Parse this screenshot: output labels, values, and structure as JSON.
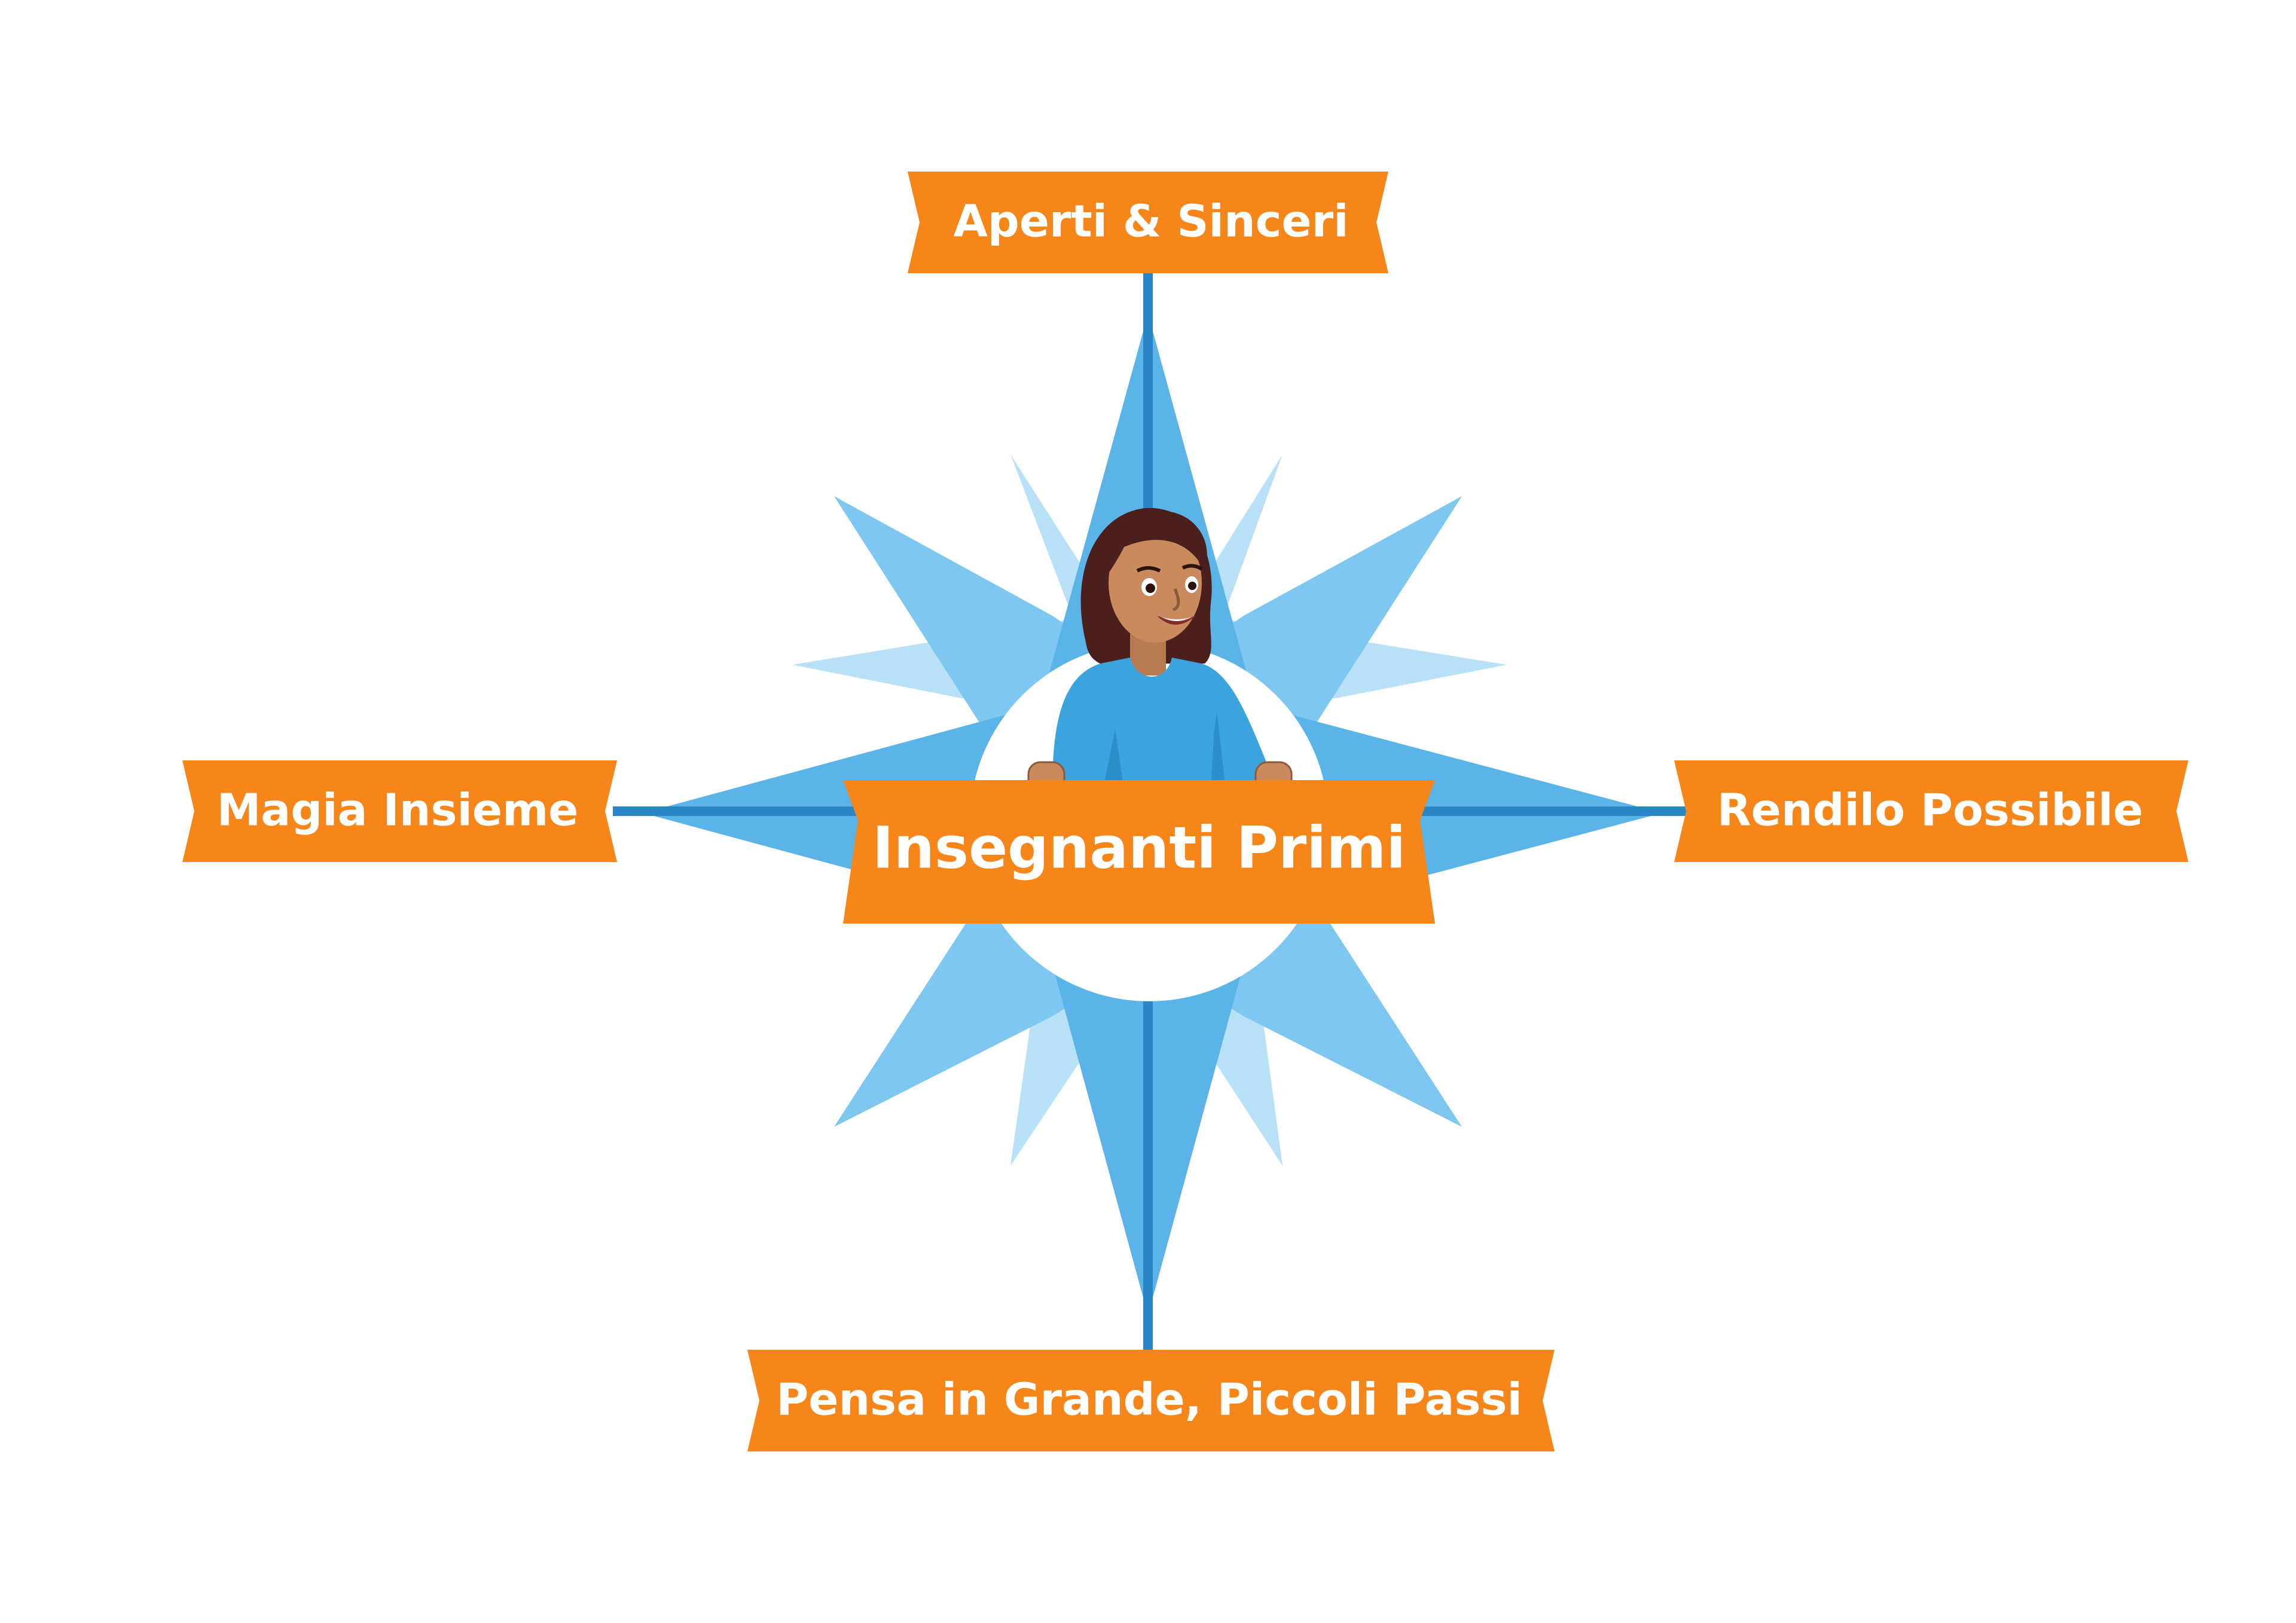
{
  "diagram": {
    "center_label": "Insegnanti Primi",
    "values": {
      "top": "Aperti & Sinceri",
      "left": "Magia Insieme",
      "right": "Rendilo Possibile",
      "bottom": "Pensa in Grande, Piccoli Passi"
    }
  },
  "colors": {
    "ribbon_orange": "#F7861A",
    "star_blue": "#5BB4E8",
    "star_mid": "#7DC7F0",
    "star_light": "#B8E1F8",
    "axis_line": "#2A86C7",
    "sweater": "#3BA3DD",
    "hair": "#4A1F1C",
    "skin": "#C98A5E"
  },
  "icons": {
    "compass": "compass-star-icon",
    "teacher": "teacher-illustration"
  }
}
